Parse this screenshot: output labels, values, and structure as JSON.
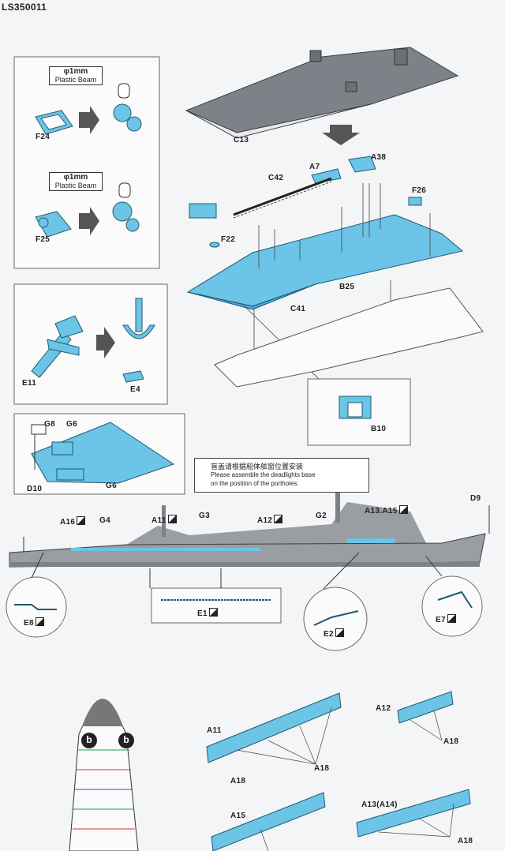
{
  "header": {
    "code": "LS350011"
  },
  "beam_callouts": [
    {
      "diameter": "φ1mm",
      "material": "Plastic Beam"
    },
    {
      "diameter": "φ1mm",
      "material": "Plastic Beam"
    }
  ],
  "parts": {
    "F24": "F24",
    "F25": "F25",
    "C13": "C13",
    "A7": "A7",
    "A38": "A38",
    "C42": "C42",
    "F26": "F26",
    "F22": "F22",
    "B25": "B25",
    "C41": "C41",
    "E11": "E11",
    "E4": "E4",
    "B10": "B10",
    "G8": "G8",
    "G6a": "G6",
    "G6b": "G6",
    "D10": "D10",
    "A16": "A16",
    "G4": "G4",
    "A11a": "A11",
    "G3": "G3",
    "A12a": "A12",
    "G2": "G2",
    "A13A15": "A13.A15",
    "D9": "D9",
    "E8": "E8",
    "E1": "E1",
    "E2": "E2",
    "E7": "E7",
    "A11b": "A11",
    "A18a": "A18",
    "A18b": "A18",
    "A12b": "A12",
    "A18c": "A18",
    "A15": "A15",
    "A13A14": "A13(A14)",
    "A18d": "A18"
  },
  "note": {
    "chinese": "盲盖请根据船体舷窗位置安装",
    "english_1": "Please assemble the deadlights base",
    "english_2": "on the position of the portholes."
  },
  "marker_b": "b",
  "colors": {
    "part_blue": "#6cc4e6",
    "hull_grey": "#9a9ea3",
    "outline": "#3c3f44"
  },
  "icons": {
    "etched_part_marker": "half-filled-square-icon",
    "deadlight": "deadlight-icon"
  }
}
